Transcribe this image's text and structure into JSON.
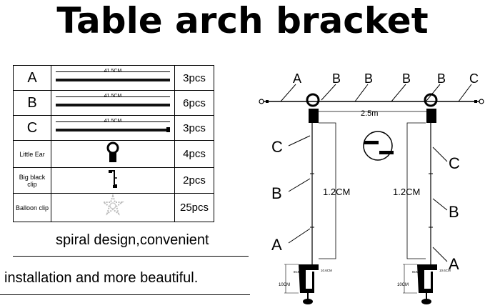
{
  "title": "Table arch bracket",
  "parts": [
    {
      "label": "A",
      "length": "41.5CM",
      "quantity": "3pcs",
      "icon": "rod-icon"
    },
    {
      "label": "B",
      "length": "41.5CM",
      "quantity": "6pcs",
      "icon": "rod-icon"
    },
    {
      "label": "C",
      "length": "41.5CM",
      "quantity": "3pcs",
      "icon": "rod-with-cap-icon"
    },
    {
      "label": "Little Ear",
      "quantity": "4pcs",
      "icon": "little-ear-icon"
    },
    {
      "label": "Big black clip",
      "quantity": "2pcs",
      "icon": "big-black-clip-icon"
    },
    {
      "label": "Balloon clip",
      "quantity": "25pcs",
      "icon": "balloon-clip-icon"
    }
  ],
  "captions": {
    "line1": "spiral design,convenient",
    "line2": "installation and more beautiful."
  },
  "diagram": {
    "top_labels": [
      "A",
      "B",
      "B",
      "B",
      "B",
      "C"
    ],
    "span_label": "2.5m",
    "left_pole_labels": [
      "C",
      "B",
      "A"
    ],
    "right_pole_labels": [
      "C",
      "B",
      "A"
    ],
    "pole_height_left": "1.2CM",
    "pole_height_right": "1.2CM",
    "clip_width": "10CM",
    "clip_dim_a": "8CM",
    "clip_dim_b": "10.6CM"
  }
}
